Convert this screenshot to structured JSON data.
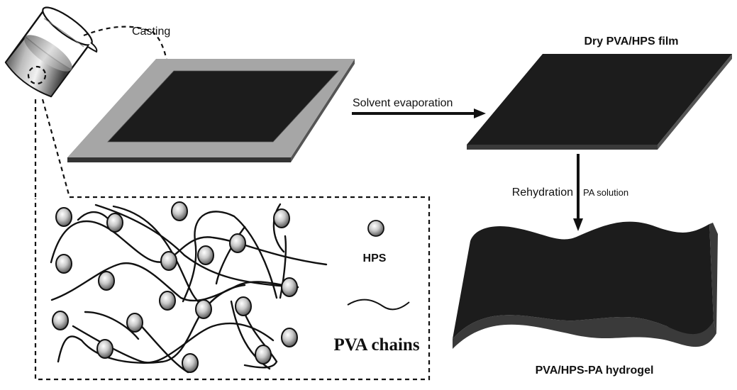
{
  "figure": {
    "steps": {
      "casting": {
        "label": "Casting"
      },
      "solvent_evaporation": {
        "label": "Solvent evaporation"
      },
      "dry_film": {
        "label": "Dry PVA/HPS film"
      },
      "rehydration": {
        "label": "Rehydration",
        "reagent": "PA solution"
      },
      "hydrogel": {
        "label": "PVA/HPS-PA hydrogel"
      }
    },
    "legend": {
      "hps": {
        "label": "HPS",
        "icon": "sphere-icon"
      },
      "pva": {
        "label": "PVA chains",
        "icon": "wavy-line-icon"
      }
    },
    "colors": {
      "film": "#1c1c1c",
      "film_edge": "#3a3a3a",
      "tray_frame": "#a6a6a6",
      "tray_edge": "#333333",
      "line": "#111111"
    }
  }
}
